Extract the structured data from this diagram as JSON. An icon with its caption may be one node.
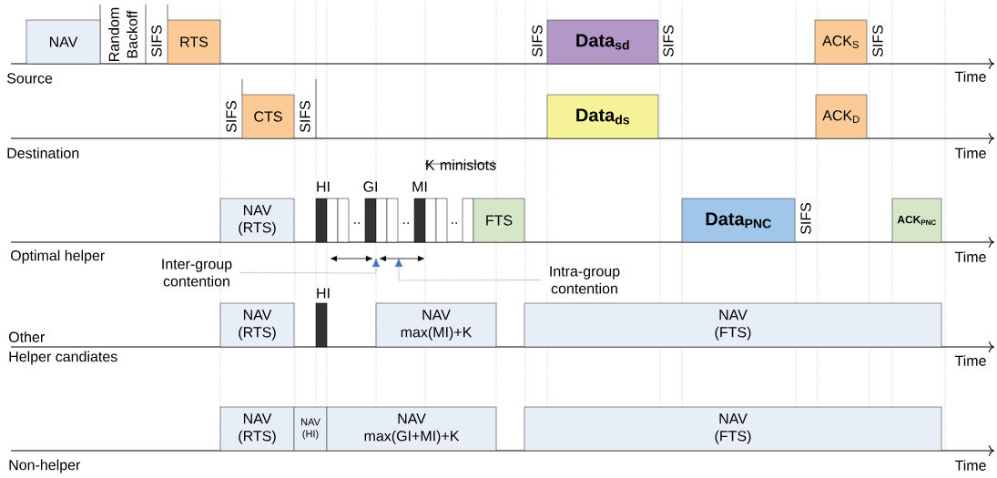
{
  "diagram": {
    "nodes": [
      {
        "text": [
          "NAV"
        ]
      },
      {
        "text": [
          "RTS"
        ]
      },
      {
        "text": [
          "Data$_{sd}$"
        ]
      },
      {
        "text": [
          "ACK$_{S}$"
        ]
      },
      {
        "text": [
          "CTS"
        ]
      },
      {
        "text": [
          "Data$_{ds}$"
        ]
      },
      {
        "text": [
          "ACK$_{D}$"
        ]
      },
      {
        "text": [
          "NAV (RTS)"
        ]
      },
      {
        "text": [
          "FTS"
        ]
      },
      {
        "text": [
          "Data$_{PNC}$"
        ]
      },
      {
        "text": [
          "ACK$_{PNC}$"
        ]
      },
      {
        "text": [
          "Inter-group contention"
        ]
      },
      {
        "text": [
          "Intra-group contention"
        ]
      },
      {
        "text": [
          "NAV (RTS)"
        ]
      },
      {
        "text": [
          "NAV max(MI)+K"
        ]
      },
      {
        "text": [
          "NAV (FTS)"
        ]
      },
      {
        "text": [
          "NAV (RTS)"
        ]
      },
      {
        "text": [
          "NAV (HI)"
        ]
      },
      {
        "text": [
          "NAV max(GI+MI)+K"
        ]
      },
      {
        "text": [
          "NAV (FTS)"
        ]
      }
    ],
    "edges": [
      {
        "from": 11,
        "to": null,
        "arrow": "to",
        "style": "dashed",
        "color": "#4472c4"
      },
      {
        "from": 12,
        "to": null,
        "arrow": "to",
        "style": "dashed",
        "color": "#4472c4"
      }
    ],
    "labels": [
      "Random Backoff",
      "SIFS",
      "SIFS",
      "SIFS",
      "SIFS",
      "Source",
      "Time",
      "SIFS",
      "SIFS",
      "Destination",
      "Time",
      "K minislots",
      "HI",
      "GI",
      "MI",
      "..",
      "..",
      "..",
      "SIFS",
      "Optimal helper",
      "Time",
      "HI",
      "Other",
      "Helper candiates",
      "Time",
      "Non-helper",
      "Time"
    ]
  }
}
